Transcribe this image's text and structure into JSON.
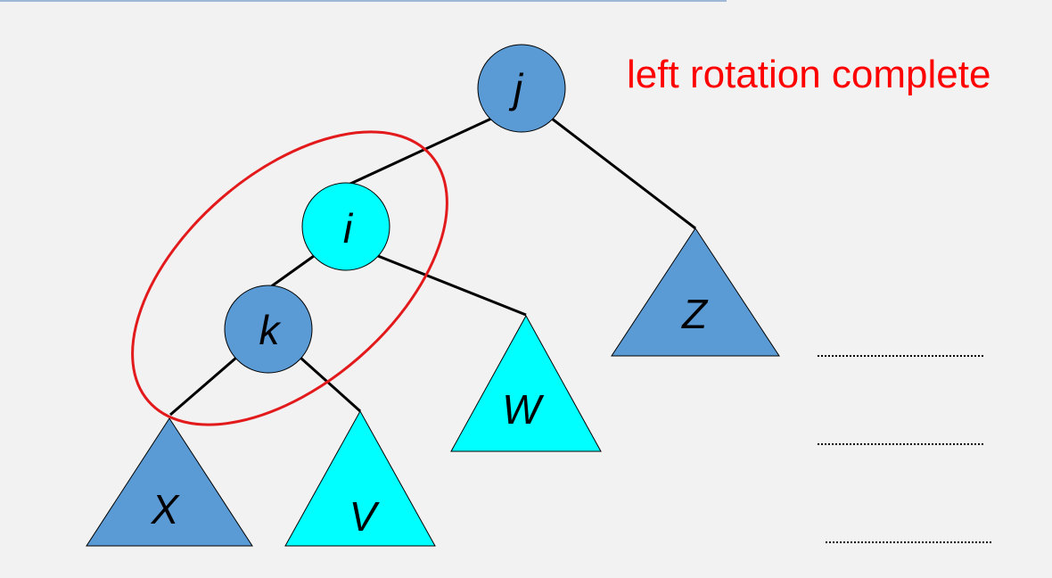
{
  "caption": "left rotation complete",
  "nodes": {
    "j": {
      "label": "j",
      "kind": "node",
      "color": "#5b9bd5"
    },
    "i": {
      "label": "i",
      "kind": "node",
      "color": "#00ffff"
    },
    "k": {
      "label": "k",
      "kind": "node",
      "color": "#5b9bd5"
    }
  },
  "subtrees": {
    "X": {
      "label": "X",
      "kind": "subtree",
      "color": "#5b9bd5"
    },
    "V": {
      "label": "V",
      "kind": "subtree",
      "color": "#00ffff"
    },
    "W": {
      "label": "W",
      "kind": "subtree",
      "color": "#00ffff"
    },
    "Z": {
      "label": "Z",
      "kind": "subtree",
      "color": "#5b9bd5"
    }
  },
  "edges": [
    {
      "from": "j",
      "to": "i"
    },
    {
      "from": "j",
      "to": "Z"
    },
    {
      "from": "i",
      "to": "k"
    },
    {
      "from": "i",
      "to": "W"
    },
    {
      "from": "k",
      "to": "X"
    },
    {
      "from": "k",
      "to": "V"
    }
  ],
  "highlight": {
    "encloses": [
      "i",
      "k"
    ],
    "color": "#e31a1c"
  },
  "colors": {
    "dark_blue": "#5b9bd5",
    "cyan": "#00ffff",
    "caption_red": "#ff0000",
    "ellipse_red": "#e31a1c"
  }
}
